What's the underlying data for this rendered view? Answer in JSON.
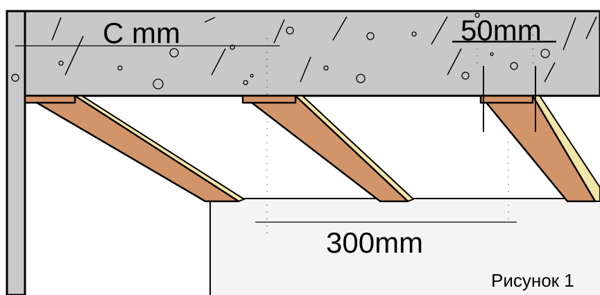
{
  "labels": {
    "spacing_top": "C mm",
    "width": "50mm",
    "spacing_bottom": "300mm",
    "figure_caption": "Рисунок 1"
  },
  "colors": {
    "concrete": "#c8c8c8",
    "wall": "#c8c8c8",
    "panel": "#f4f4f4",
    "board_face": "#d29569",
    "board_edge": "#f2e5a8",
    "outline": "#000000"
  }
}
